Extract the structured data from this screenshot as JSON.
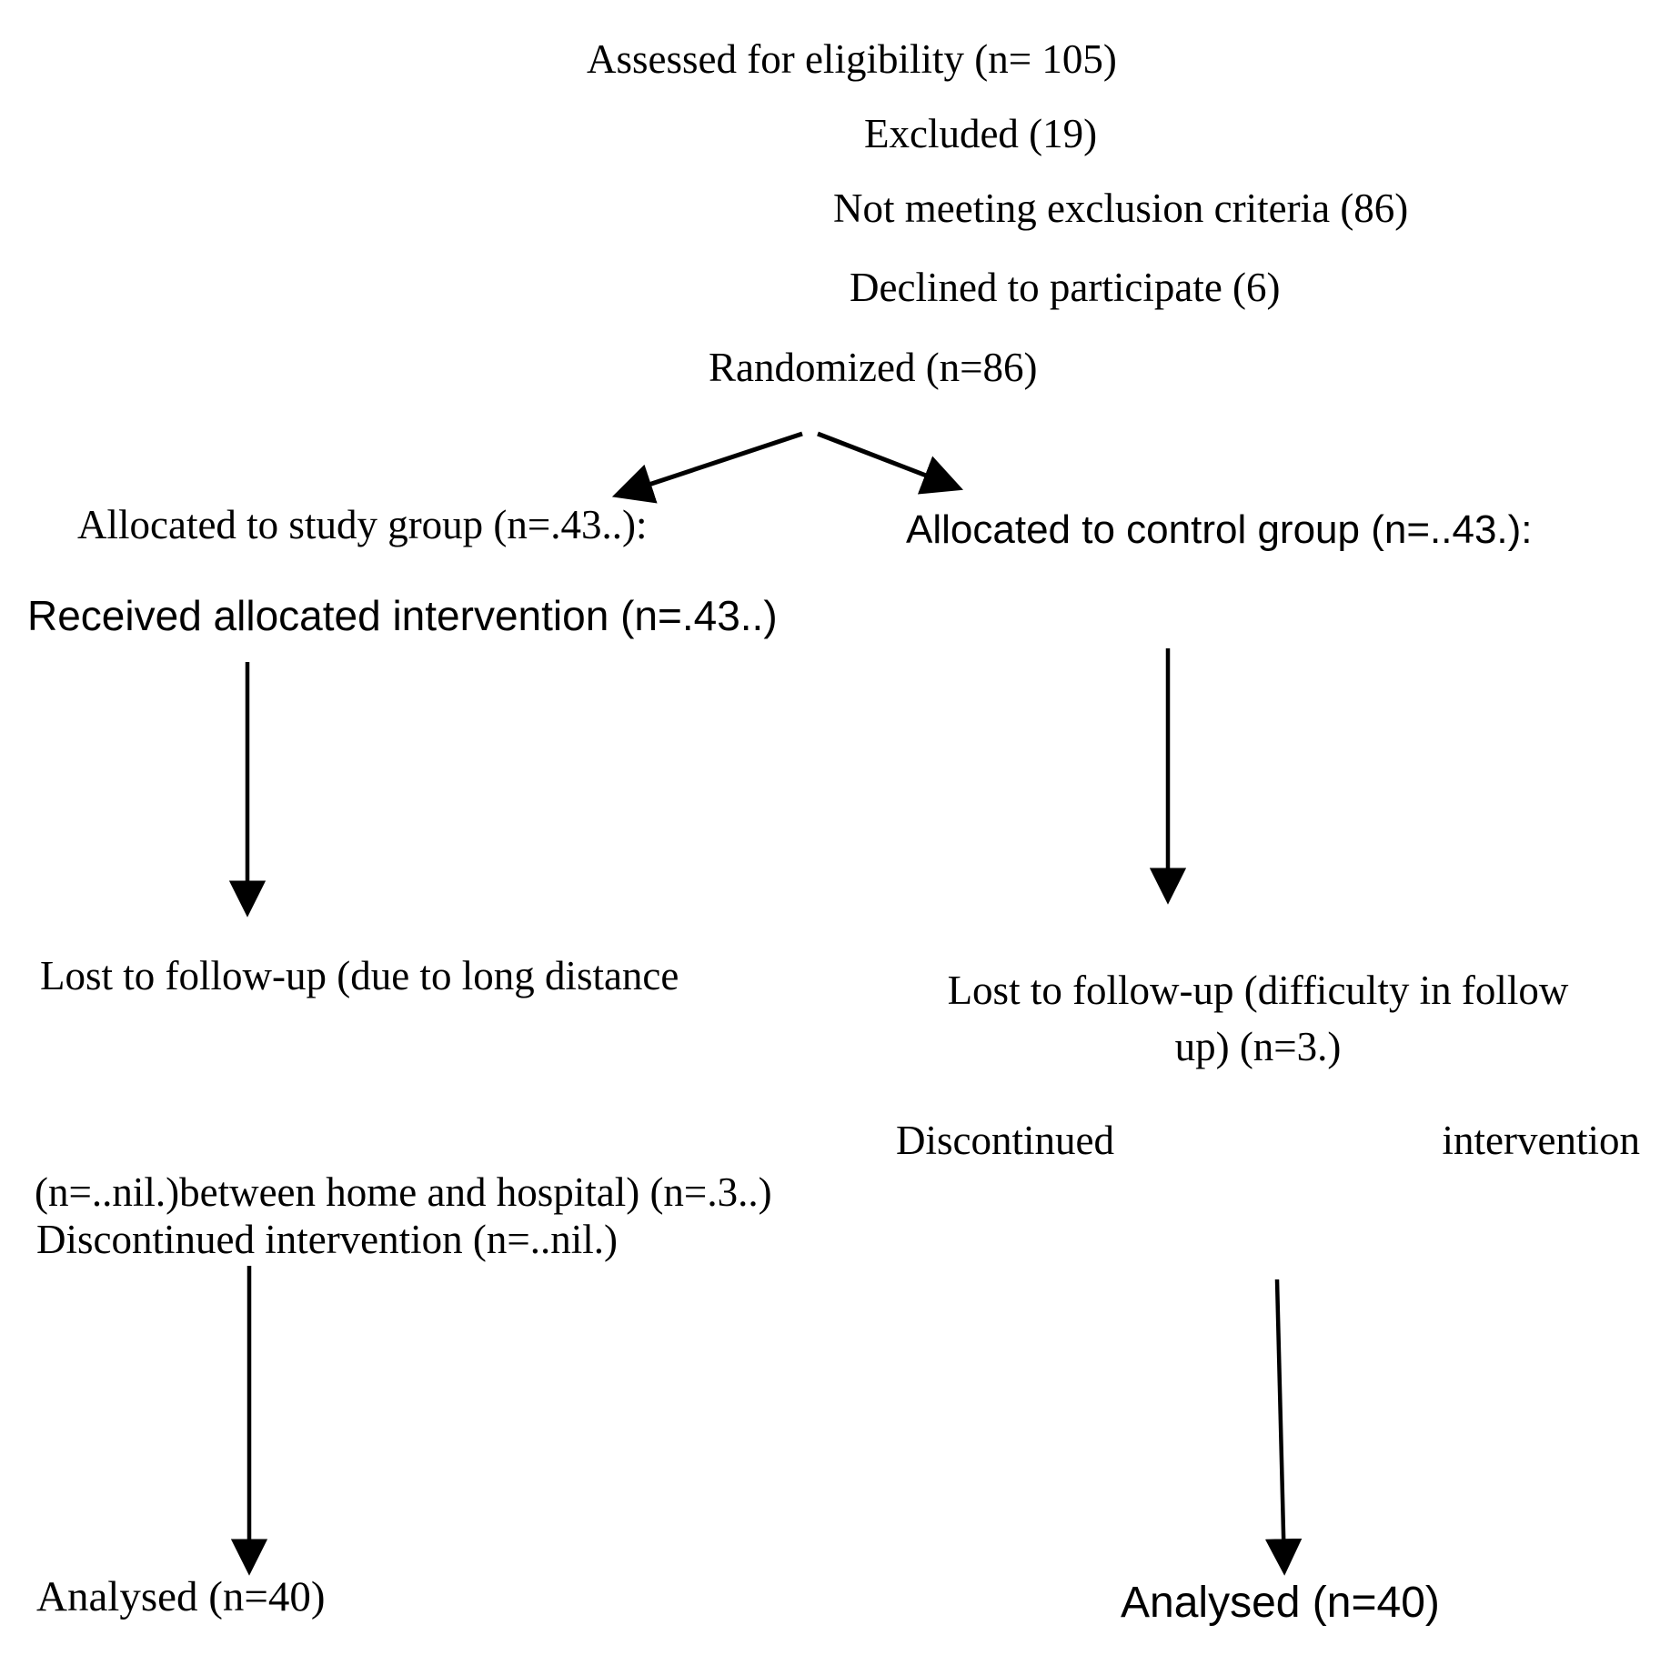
{
  "page": {
    "background_color": "#ffffff",
    "text_color": "#000000"
  },
  "enrollment": {
    "assessed": "Assessed for eligibility (n= 105)",
    "excluded": "Excluded (19)",
    "not_meeting": "Not meeting exclusion criteria (86)",
    "declined": "Declined to participate (6)",
    "randomized": "Randomized (n=86)"
  },
  "study_group": {
    "allocated": "Allocated to study group (n=.43..):",
    "received": "Received allocated intervention (n=.43..)",
    "lost_line1": "Lost to follow-up (due to long distance",
    "lost_line2": "(n=..nil.)between home and hospital) (n=.3..)",
    "discontinued": "Discontinued intervention (n=..nil.)",
    "analysed": "Analysed (n=40)"
  },
  "control_group": {
    "allocated": "Allocated to control group (n=..43.):",
    "lost_line1": "Lost to follow-up (difficulty in follow",
    "lost_line2": "up) (n=3.)",
    "discontinued_word1": "Discontinued",
    "discontinued_word2": "intervention",
    "analysed": "Analysed (n=40)"
  }
}
